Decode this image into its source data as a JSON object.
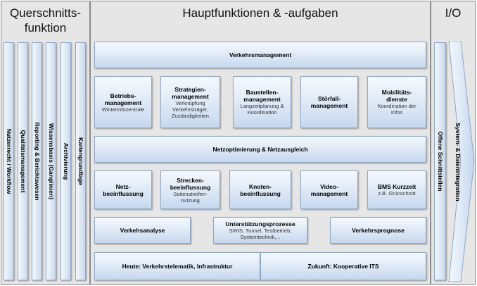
{
  "columns": {
    "left": {
      "title_line1": "Querschnitts-",
      "title_line2": "funktion"
    },
    "middle": {
      "title": "Hauptfunktionen & -aufgaben"
    },
    "right": {
      "title": "I/O"
    }
  },
  "left_bars": [
    "Nutzerrecht / Workflow",
    "Qualitätsmanagement",
    "Reporting & Berichtswesen",
    "Wissensbasis (Ganglinien)",
    "Archivierung",
    "Kartengrundlage"
  ],
  "middle": {
    "verkehrsmanagement": "Verkehrsmanagement",
    "row1": [
      {
        "title_1": "Betriebs-",
        "title_2": "management",
        "sub_1": "Winterinfozentrale",
        "sub_2": ""
      },
      {
        "title_1": "Strategien-",
        "title_2": "management",
        "sub_1": "Verknüpfung",
        "sub_2": "Verkehrsträger,",
        "sub_3": "Zuständigkeiten"
      },
      {
        "title_1": "Baustellen-",
        "title_2": "management",
        "sub_1": "Langzeitplanung &",
        "sub_2": "Koordination"
      },
      {
        "title_1": "Störfall-",
        "title_2": "management"
      },
      {
        "title_1": "Mobilitäts-",
        "title_2": "dienste",
        "sub_1": "Koordination der",
        "sub_2": "Infos"
      }
    ],
    "netzoptimierung": "Netzoptimierung & Netzausgleich",
    "row2": [
      {
        "title_1": "Netz-",
        "title_2": "beeinflussung"
      },
      {
        "title_1": "Strecken-",
        "title_2": "beeinflussung",
        "sub_1": "Seitenstreifen-",
        "sub_2": "nutzung"
      },
      {
        "title_1": "Knoten-",
        "title_2": "beeinflussung"
      },
      {
        "title_1": "Video-",
        "title_2": "management"
      },
      {
        "title_1": "BMS Kurzzeit",
        "sub_1": "z.B. Grünschnitt"
      }
    ],
    "verkehrsanalyse": "Verkehsanalyse",
    "unterstuetzung": {
      "title": "Unterstützungsprozesse",
      "sub_1": "SWIS, Tunnel, Testbetrieb,",
      "sub_2": "Systemtechnik,..."
    },
    "verkehrsprognose": "Verkehrsprognose",
    "heute": "Heute: Verkehrstelematik, Infrastruktur",
    "zukunft": "Zukunft: Kooperative ITS"
  },
  "right": {
    "offene": "Offene Schnittstellen",
    "system": "System- & Datenintegration"
  }
}
